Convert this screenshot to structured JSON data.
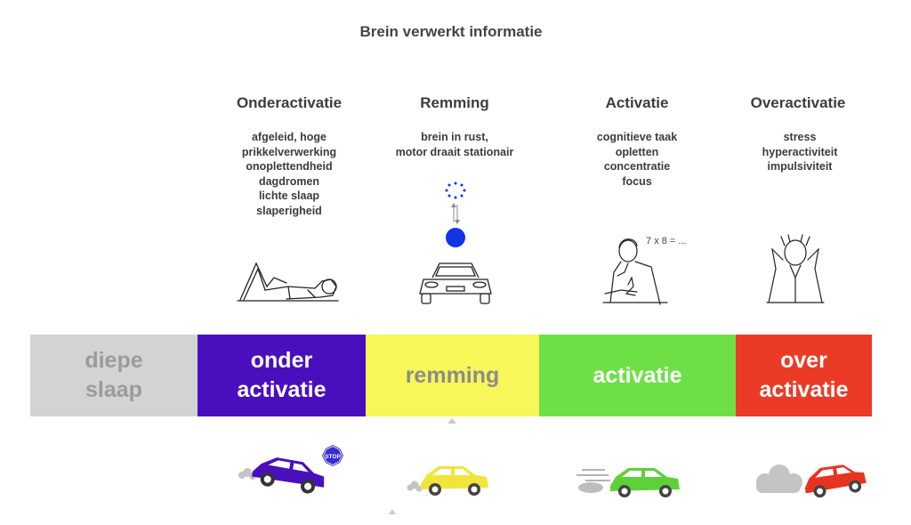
{
  "title": "Brein verwerkt informatie",
  "columns": [
    {
      "heading": "Onderactivatie",
      "lines": [
        "afgeleid, hoge",
        "prikkelverwerking",
        "onoplettendheid",
        "dagdromen",
        "lichte slaap",
        "slaperigheid"
      ]
    },
    {
      "heading": "Remming",
      "lines": [
        "brein in rust,",
        "motor draait stationair"
      ]
    },
    {
      "heading": "Activatie",
      "lines": [
        "cognitieve taak",
        "opletten",
        "concentratie",
        "focus"
      ]
    },
    {
      "heading": "Overactivatie",
      "lines": [
        "stress",
        "hyperactiviteit",
        "impulsiviteit"
      ]
    }
  ],
  "math_text": "7 x 8 = ...",
  "stop_sign": "STOP",
  "bands": [
    {
      "line1": "diepe",
      "line2": "slaap",
      "bg": "#d3d3d3",
      "fg": "#9b9b9b"
    },
    {
      "line1": "onder",
      "line2": "activatie",
      "bg": "#4a0fbd",
      "fg": "#ffffff"
    },
    {
      "line1": "remming",
      "line2": "",
      "bg": "#f7f75a",
      "fg": "#8c8c8c"
    },
    {
      "line1": "activatie",
      "line2": "",
      "bg": "#6ee046",
      "fg": "#ffffff"
    },
    {
      "line1": "over",
      "line2": "activatie",
      "bg": "#eb3b26",
      "fg": "#ffffff"
    }
  ],
  "car_colors": {
    "onder": "#4a0fbd",
    "remming": "#f0e53a",
    "activatie": "#5ed13a",
    "over": "#e8341f"
  },
  "accent_blue": "#1234e6"
}
